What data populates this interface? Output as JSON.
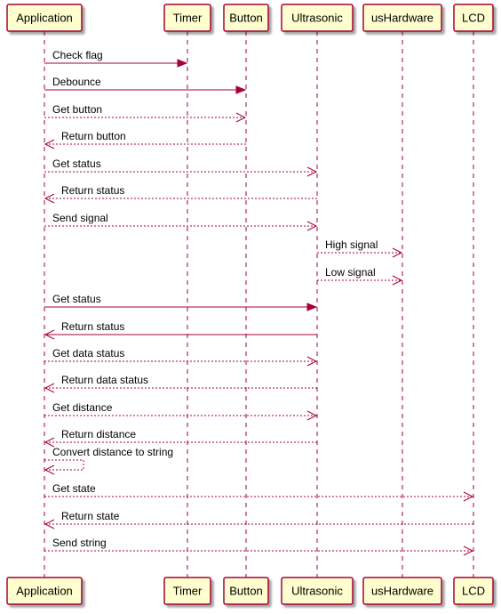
{
  "participants": [
    {
      "id": "app",
      "label": "Application"
    },
    {
      "id": "timer",
      "label": "Timer"
    },
    {
      "id": "button",
      "label": "Button"
    },
    {
      "id": "ultra",
      "label": "Ultrasonic"
    },
    {
      "id": "ushw",
      "label": "usHardware"
    },
    {
      "id": "lcd",
      "label": "LCD"
    }
  ],
  "messages": [
    {
      "from": "app",
      "to": "timer",
      "label": "Check flag",
      "style": "solid"
    },
    {
      "from": "app",
      "to": "button",
      "label": "Debounce",
      "style": "solid"
    },
    {
      "from": "app",
      "to": "button",
      "label": "Get button",
      "style": "dashed"
    },
    {
      "from": "button",
      "to": "app",
      "label": "Return button",
      "style": "dashed"
    },
    {
      "from": "app",
      "to": "ultra",
      "label": "Get status",
      "style": "dashed"
    },
    {
      "from": "ultra",
      "to": "app",
      "label": "Return status",
      "style": "dashed"
    },
    {
      "from": "app",
      "to": "ultra",
      "label": "Send signal",
      "style": "dashed"
    },
    {
      "from": "ultra",
      "to": "ushw",
      "label": "High signal",
      "style": "dashed"
    },
    {
      "from": "ultra",
      "to": "ushw",
      "label": "Low signal",
      "style": "dashed"
    },
    {
      "from": "app",
      "to": "ultra",
      "label": "Get status",
      "style": "solid"
    },
    {
      "from": "ultra",
      "to": "app",
      "label": "Return status",
      "style": "solid"
    },
    {
      "from": "app",
      "to": "ultra",
      "label": "Get data status",
      "style": "dashed"
    },
    {
      "from": "ultra",
      "to": "app",
      "label": "Return data status",
      "style": "dashed"
    },
    {
      "from": "app",
      "to": "ultra",
      "label": "Get distance",
      "style": "dashed"
    },
    {
      "from": "ultra",
      "to": "app",
      "label": "Return distance",
      "style": "dashed"
    },
    {
      "from": "app",
      "to": "app",
      "label": "Convert distance to string",
      "style": "dashed"
    },
    {
      "from": "app",
      "to": "lcd",
      "label": "Get state",
      "style": "dashed"
    },
    {
      "from": "lcd",
      "to": "app",
      "label": "Return state",
      "style": "dashed"
    },
    {
      "from": "app",
      "to": "lcd",
      "label": "Send string",
      "style": "dashed"
    }
  ],
  "colors": {
    "line": "#a80036",
    "box_fill": "#fefece",
    "text": "#000000"
  }
}
